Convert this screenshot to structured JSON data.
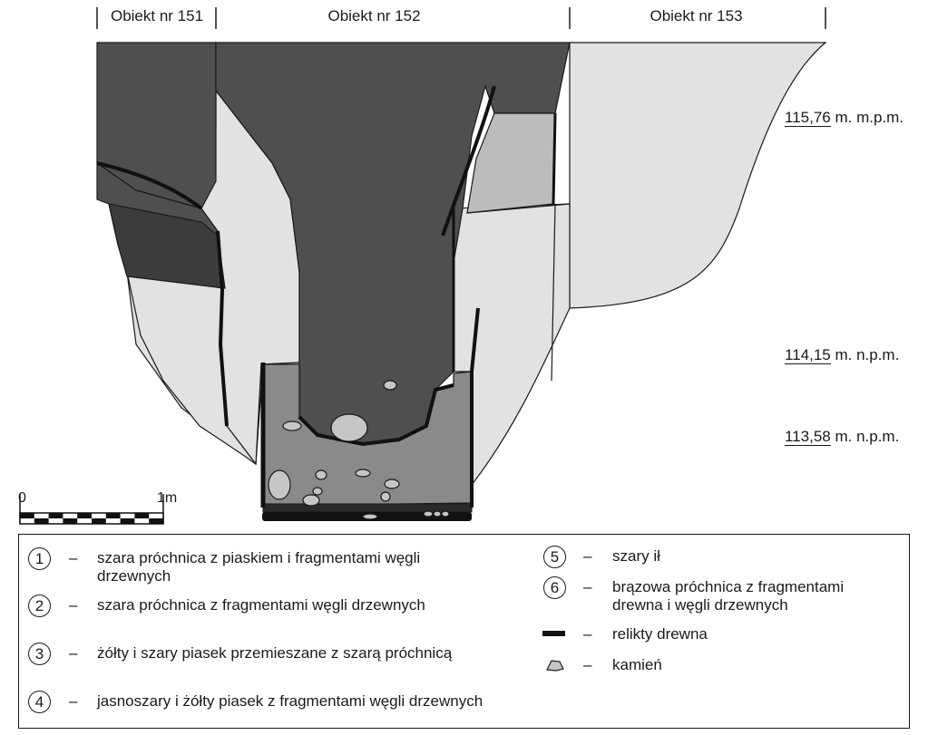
{
  "objects": [
    {
      "label": "Obiekt nr 151"
    },
    {
      "label": "Obiekt nr 152"
    },
    {
      "label": "Obiekt nr 153"
    }
  ],
  "elevations": [
    {
      "value": "115,76",
      "unit": "m. m.p.m."
    },
    {
      "value": "114,15",
      "unit": "m. n.p.m."
    },
    {
      "value": "113,58",
      "unit": "m. n.p.m."
    }
  ],
  "scale": {
    "start": "0",
    "end": "1m"
  },
  "legend": {
    "dash": "–",
    "left": [
      {
        "num": "1",
        "text": "szara próchnica z piaskiem i fragmentami węgli drzewnych"
      },
      {
        "num": "2",
        "text": "szara próchnica z fragmentami węgli drzewnych"
      },
      {
        "num": "3",
        "text": "żółty i szary piasek przemieszane z szarą próchnicą"
      },
      {
        "num": "4",
        "text": "jasnoszary i żółty piasek z fragmentami węgli drzewnych"
      }
    ],
    "right": [
      {
        "num": "5",
        "text": "szary ił"
      },
      {
        "num": "6",
        "text": "brązowa próchnica z fragmentami drewna i węgli drzewnych"
      },
      {
        "symbol": "wood-bar-icon",
        "text": "relikty drewna"
      },
      {
        "symbol": "stone-icon",
        "text": "kamień"
      }
    ]
  },
  "colors": {
    "layer1": "#4f4f4f",
    "layer2": "#3c3c3c",
    "layer3": "#bcbcbc",
    "layer4": "#e2e2e2",
    "layer5": "#8a8a8a",
    "layer6": "#2a2a2a",
    "stone": "#c6c6c6",
    "wood": "#111111"
  }
}
